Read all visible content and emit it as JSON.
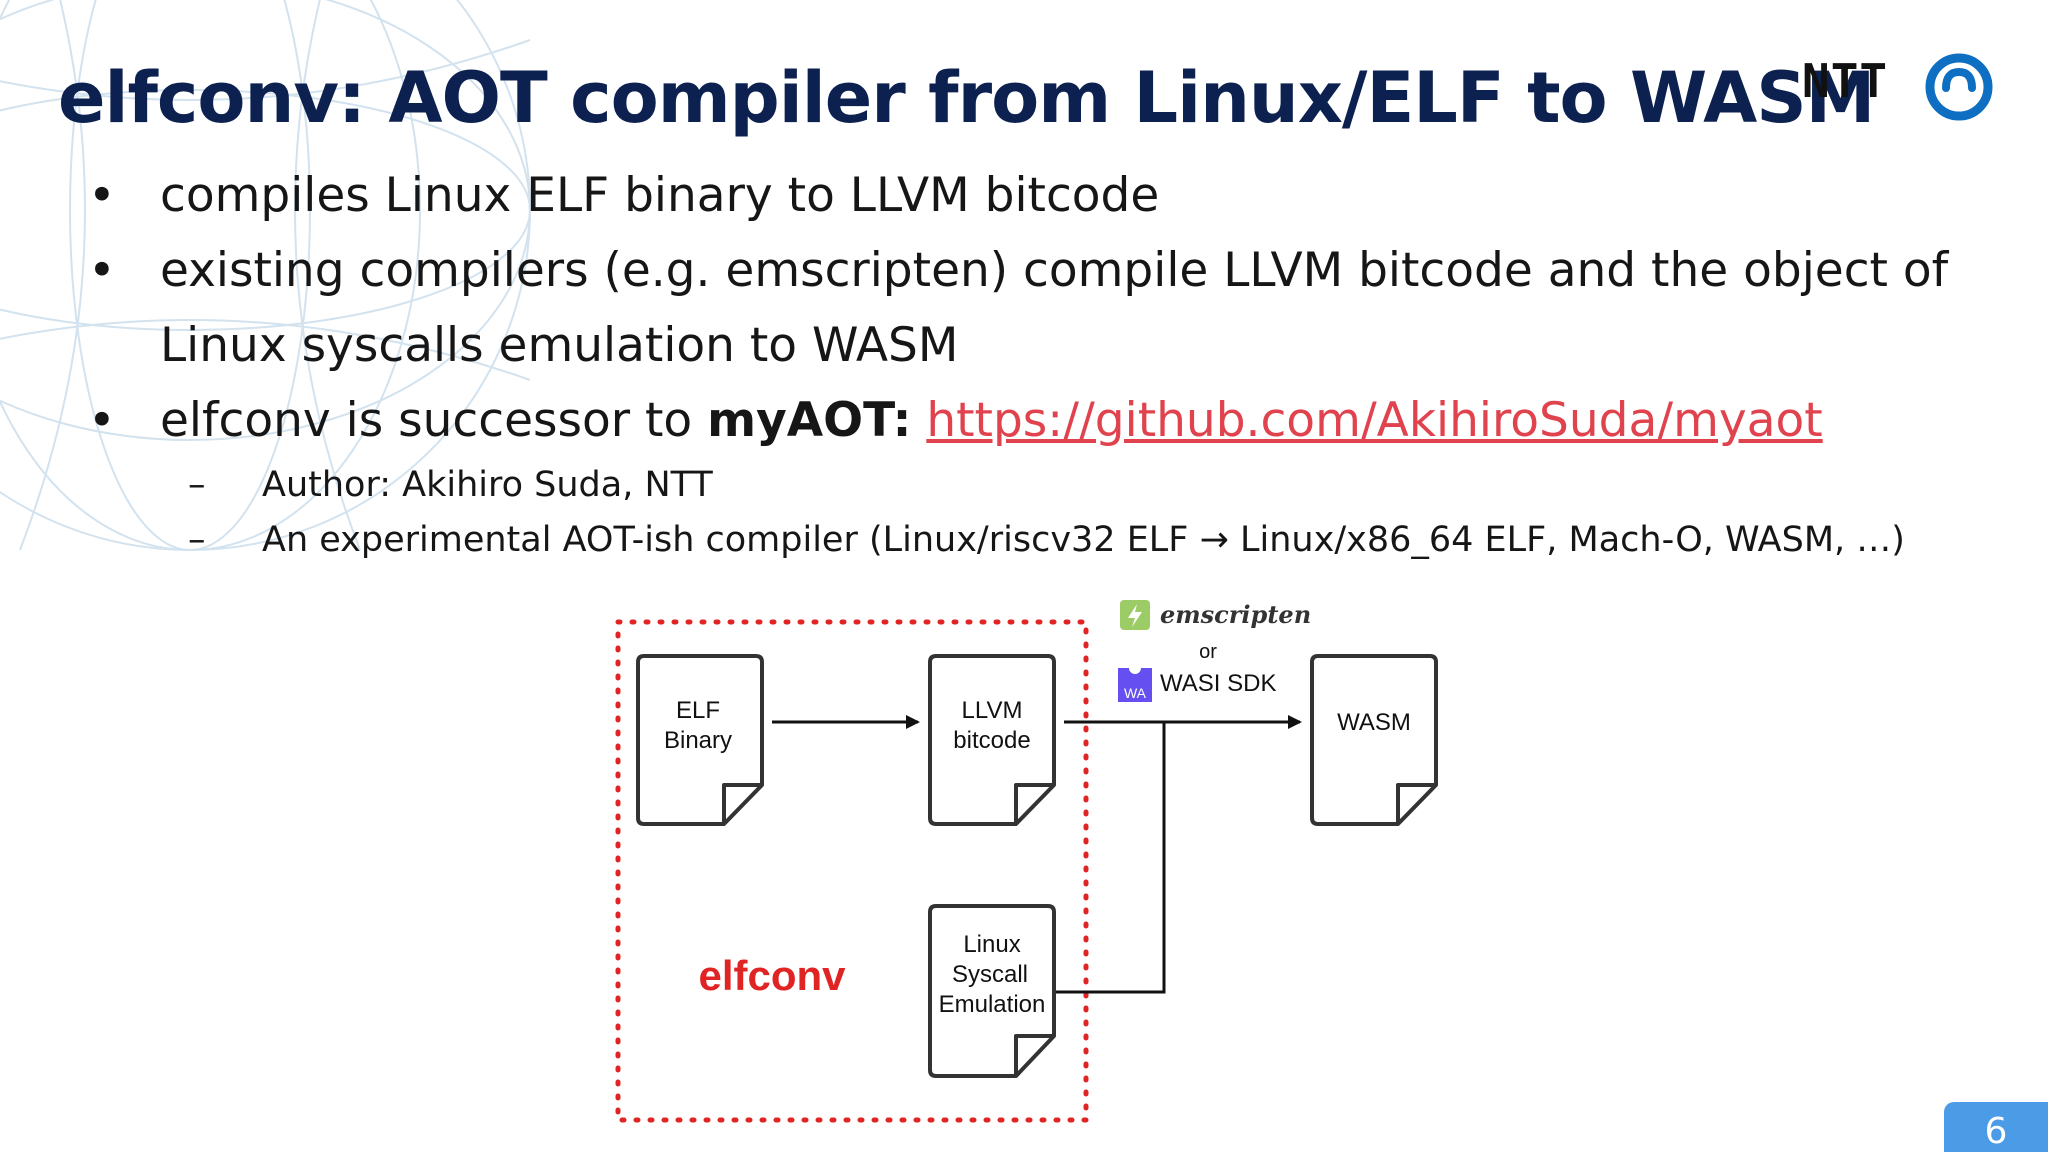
{
  "slide": {
    "title": "elfconv: AOT compiler from Linux/ELF to WASM",
    "logo_text": "NTT",
    "page_number": "6"
  },
  "bullets": [
    {
      "text": "compiles Linux ELF binary to LLVM bitcode"
    },
    {
      "text": "existing compilers (e.g. emscripten) compile LLVM bitcode and the object of Linux syscalls emulation to WASM"
    },
    {
      "text": "elfconv is successor to ",
      "bold": "myAOT:",
      "link": "https://github.com/AkihiroSuda/myaot"
    }
  ],
  "subbullets": [
    "Author: Akihiro Suda, NTT",
    "An experimental AOT-ish compiler (Linux/riscv32 ELF → Linux/x86_64 ELF, Mach-O, WASM, …)"
  ],
  "diagram": {
    "elf_binary": [
      "ELF",
      "Binary"
    ],
    "llvm_bitcode": [
      "LLVM",
      "bitcode"
    ],
    "syscall": [
      "Linux",
      "Syscall",
      "Emulation"
    ],
    "wasm": "WASM",
    "region_label": "elfconv",
    "emscripten": "emscripten",
    "or": "or",
    "wasi_badge": "WA",
    "wasi_sdk": "WASI SDK"
  },
  "colors": {
    "title": "#0d2150",
    "link": "#e0434e",
    "elfconv_red": "#e02424",
    "page_badge": "#4b9be6",
    "ntt_blue": "#0d6ec2"
  }
}
